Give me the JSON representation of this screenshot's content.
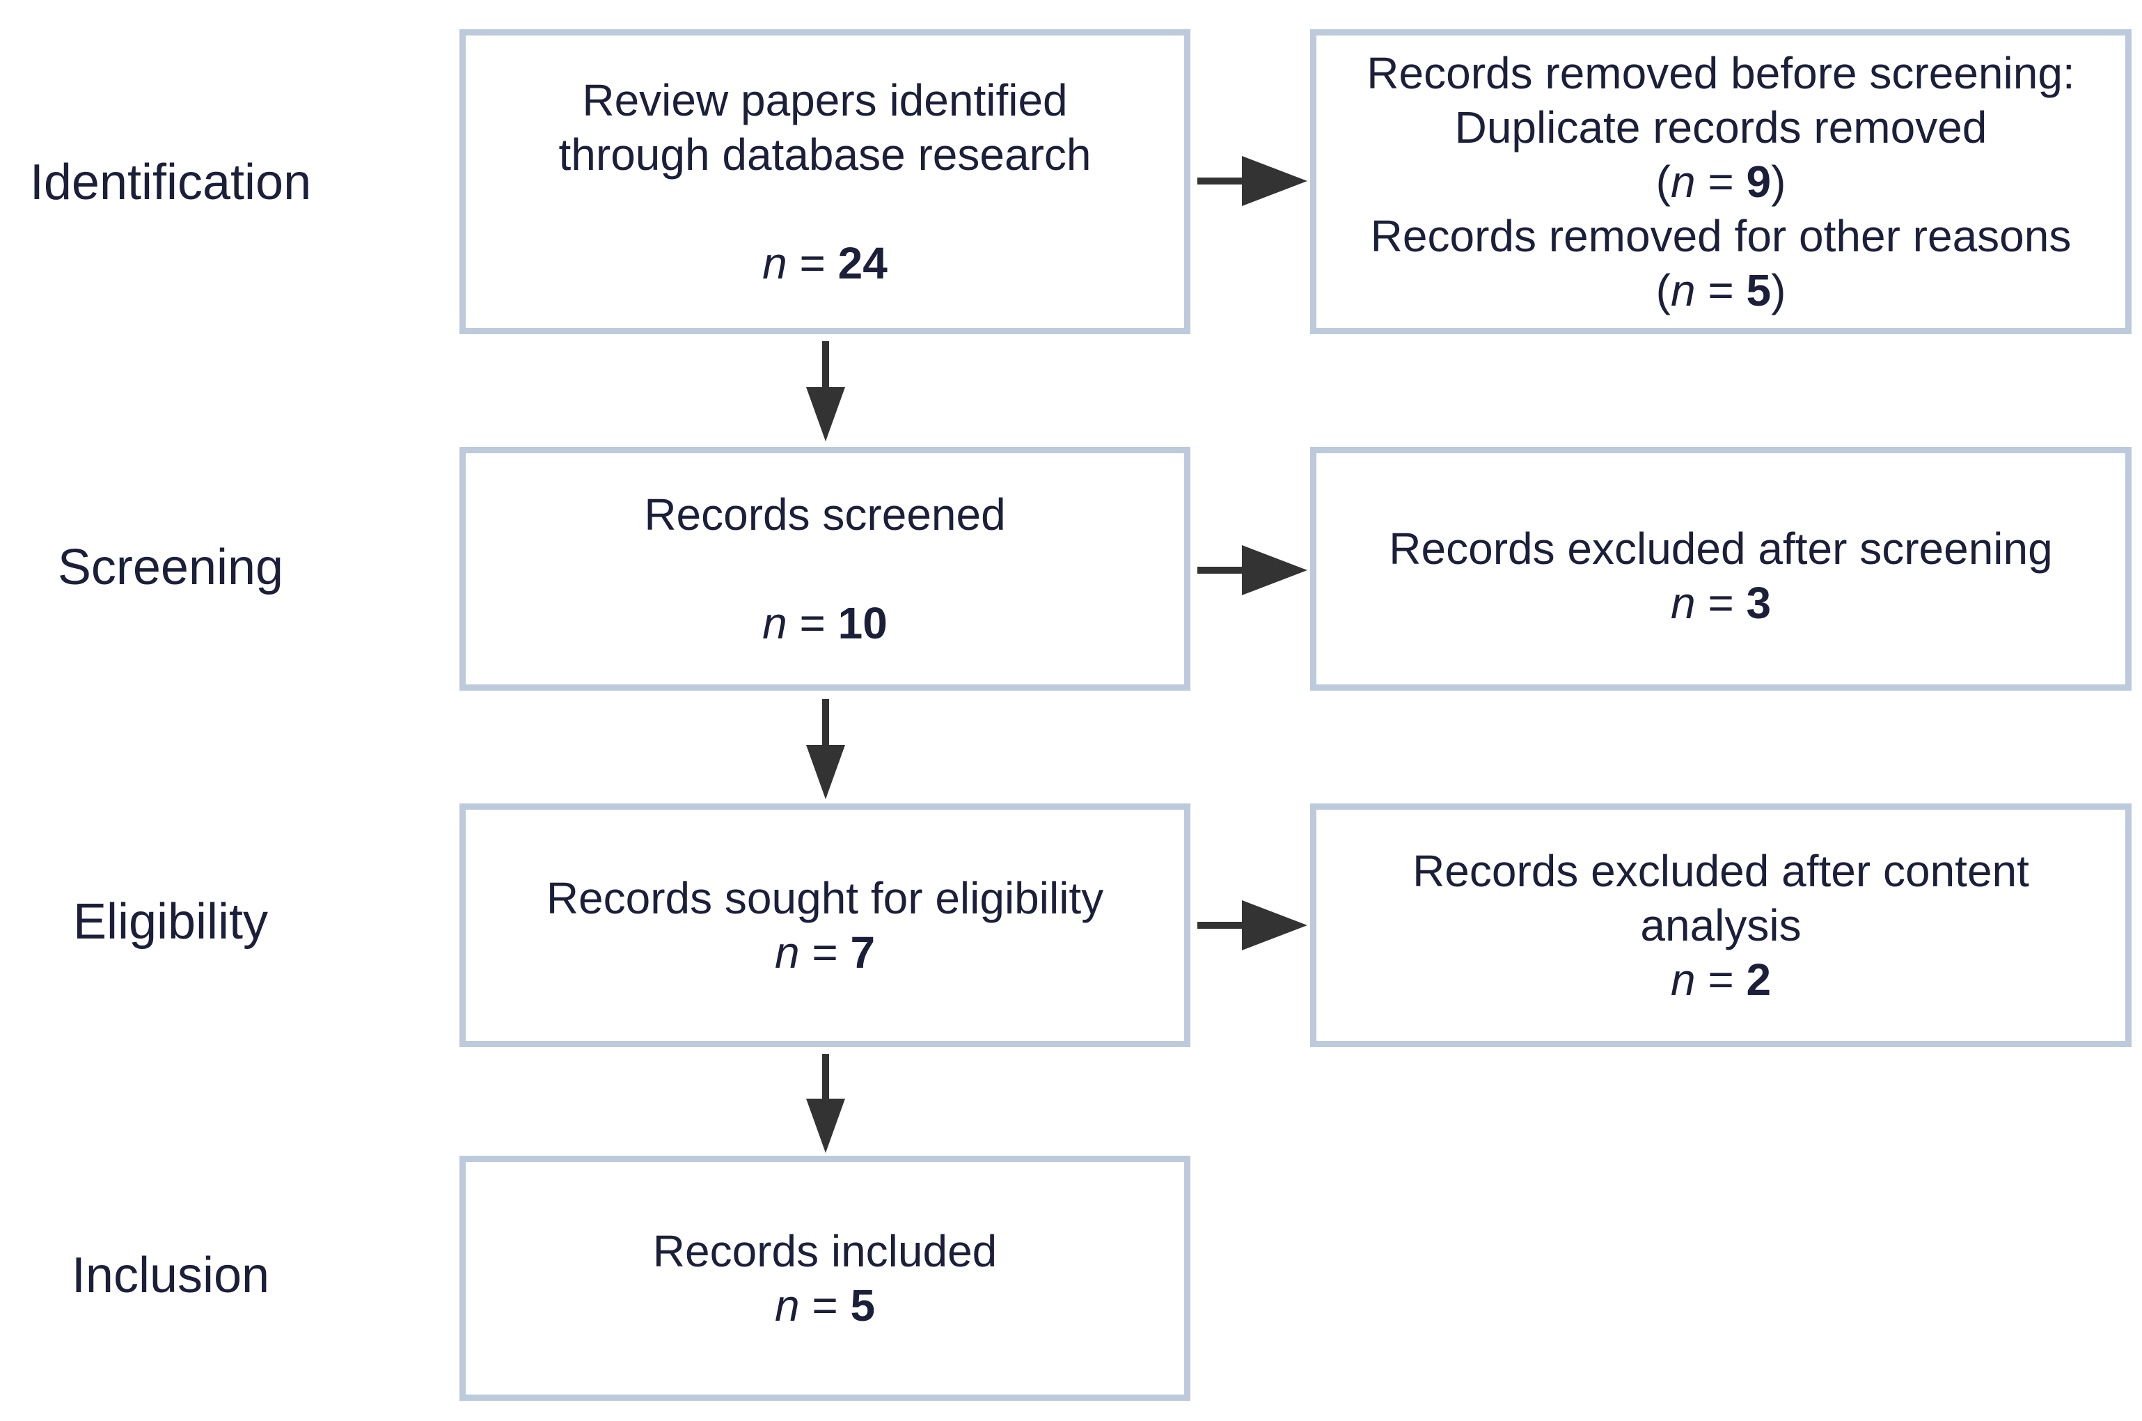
{
  "stages": [
    {
      "label": "Identification"
    },
    {
      "label": "Screening"
    },
    {
      "label": "Eligibility"
    },
    {
      "label": "Inclusion"
    }
  ],
  "main_boxes": [
    {
      "lines": [
        "Review papers identified",
        "through database research"
      ],
      "n_symbol": "n",
      "equals": "=",
      "count": "24"
    },
    {
      "lines": [
        "Records screened"
      ],
      "n_symbol": "n",
      "equals": "=",
      "count": "10"
    },
    {
      "lines": [
        "Records sought for eligibility"
      ],
      "n_symbol": "n",
      "equals": "=",
      "count": "7"
    },
    {
      "lines": [
        "Records included"
      ],
      "n_symbol": "n",
      "equals": "=",
      "count": "5"
    }
  ],
  "side_boxes": [
    {
      "heading": "Records removed before screening:",
      "duplicate_label": "Duplicate records removed",
      "duplicate_count": "9",
      "other_label": "Records removed for other reasons",
      "other_count": "5",
      "n_symbol": "n",
      "equals": "="
    },
    {
      "lines": [
        "Records excluded after screening"
      ],
      "n_symbol": "n",
      "equals": "=",
      "count": "3"
    },
    {
      "lines": [
        "Records excluded after content",
        "analysis"
      ],
      "n_symbol": "n",
      "equals": "=",
      "count": "2"
    }
  ],
  "colors": {
    "box_border": "#bccadb",
    "arrow": "#333333",
    "text": "#1b1f3a"
  }
}
